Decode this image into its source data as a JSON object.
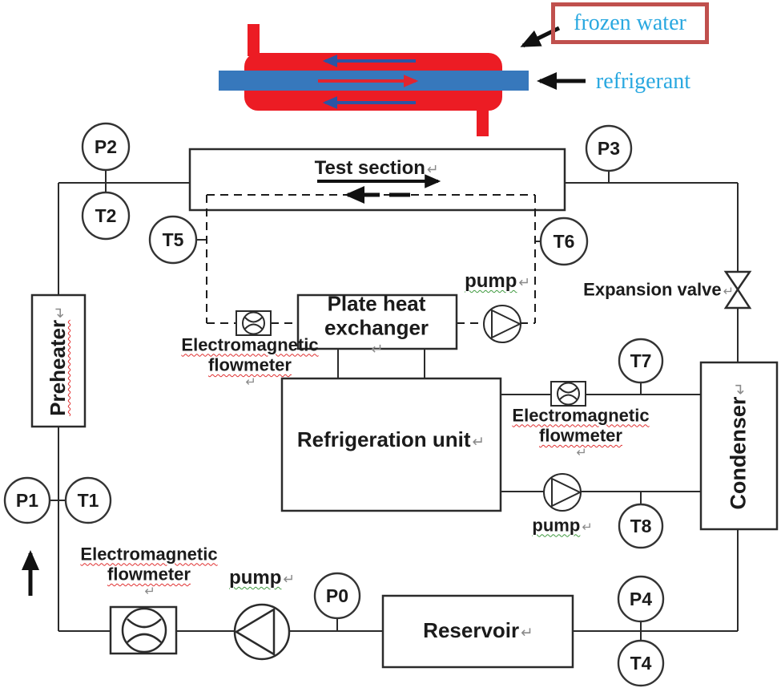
{
  "illustration": {
    "frozen_water": "frozen water",
    "refrigerant": "refrigerant"
  },
  "components": {
    "test_section": "Test section",
    "preheater": "Preheater",
    "plate_heat_exchanger": [
      "Plate heat",
      "exchanger"
    ],
    "refrigeration_unit": "Refrigeration unit",
    "condenser": "Condenser",
    "reservoir": "Reservoir",
    "expansion_valve": "Expansion valve",
    "pump": "pump",
    "em_flowmeter": [
      "Electromagnetic",
      "flowmeter"
    ]
  },
  "sensors": {
    "p0": "P0",
    "p1": "P1",
    "p2": "P2",
    "p3": "P3",
    "p4": "P4",
    "t1": "T1",
    "t2": "T2",
    "t4": "T4",
    "t5": "T5",
    "t6": "T6",
    "t7": "T7",
    "t8": "T8"
  },
  "glyphs": {
    "return_mark": "↵"
  },
  "colors": {
    "red_body": "#ec1c24",
    "blue_pipe": "#3778bc",
    "arrow_blue": "#2b55a4",
    "arrow_red": "#e02530",
    "label_cyan": "#29a8e0",
    "callout_border": "#c0504d",
    "line_dark": "#2b2b2b",
    "squiggle_red": "#e03030",
    "squiggle_green": "#3f9a3f"
  }
}
